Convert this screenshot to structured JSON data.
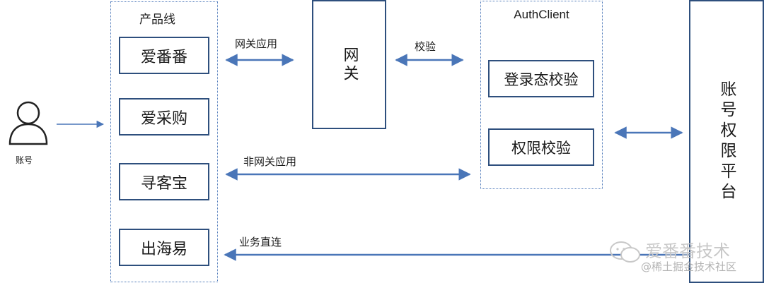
{
  "user": {
    "label": "账号"
  },
  "product_line": {
    "title": "产品线",
    "items": [
      "爱番番",
      "爱采购",
      "寻客宝",
      "出海易"
    ]
  },
  "gateway": {
    "label": "网关"
  },
  "auth_client": {
    "title": "AuthClient",
    "items": [
      "登录态校验",
      "权限校验"
    ]
  },
  "platform": {
    "label": "账号权限平台"
  },
  "edges": {
    "gateway_app": "网关应用",
    "verify": "校验",
    "non_gateway_app": "非网关应用",
    "business_direct": "业务直连"
  },
  "watermark": {
    "brand": "爱番番技术",
    "site": "@稀土掘金技术社区"
  },
  "colors": {
    "arrow": "#4a76b8",
    "box_border": "#2e4f7d",
    "watermark": "#c8c8c8"
  }
}
